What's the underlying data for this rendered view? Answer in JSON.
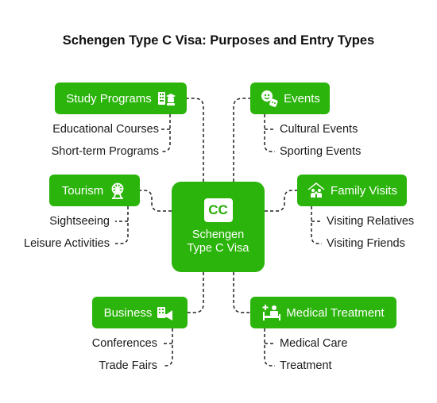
{
  "title": "Schengen Type C Visa: Purposes and Entry Types",
  "colors": {
    "node": "#2bb40b",
    "text_on_node": "#ffffff",
    "connector": "#222222"
  },
  "center": {
    "badge": "CC",
    "line1": "Schengen",
    "line2": "Type C Visa"
  },
  "categories": {
    "study": {
      "label": "Study Programs",
      "icon": "school-icon",
      "items": [
        "Educational Courses",
        "Short-term Programs"
      ]
    },
    "events": {
      "label": "Events",
      "icon": "theater-masks-icon",
      "items": [
        "Cultural Events",
        "Sporting Events"
      ]
    },
    "tourism": {
      "label": "Tourism",
      "icon": "ferris-wheel-icon",
      "items": [
        "Sightseeing",
        "Leisure Activities"
      ]
    },
    "family": {
      "label": "Family Visits",
      "icon": "family-house-icon",
      "items": [
        "Visiting Relatives",
        "Visiting Friends"
      ]
    },
    "business": {
      "label": "Business",
      "icon": "megaphone-building-icon",
      "items": [
        "Conferences",
        "Trade Fairs"
      ]
    },
    "medical": {
      "label": "Medical Treatment",
      "icon": "hospital-bed-icon",
      "items": [
        "Medical Care",
        "Treatment"
      ]
    }
  }
}
